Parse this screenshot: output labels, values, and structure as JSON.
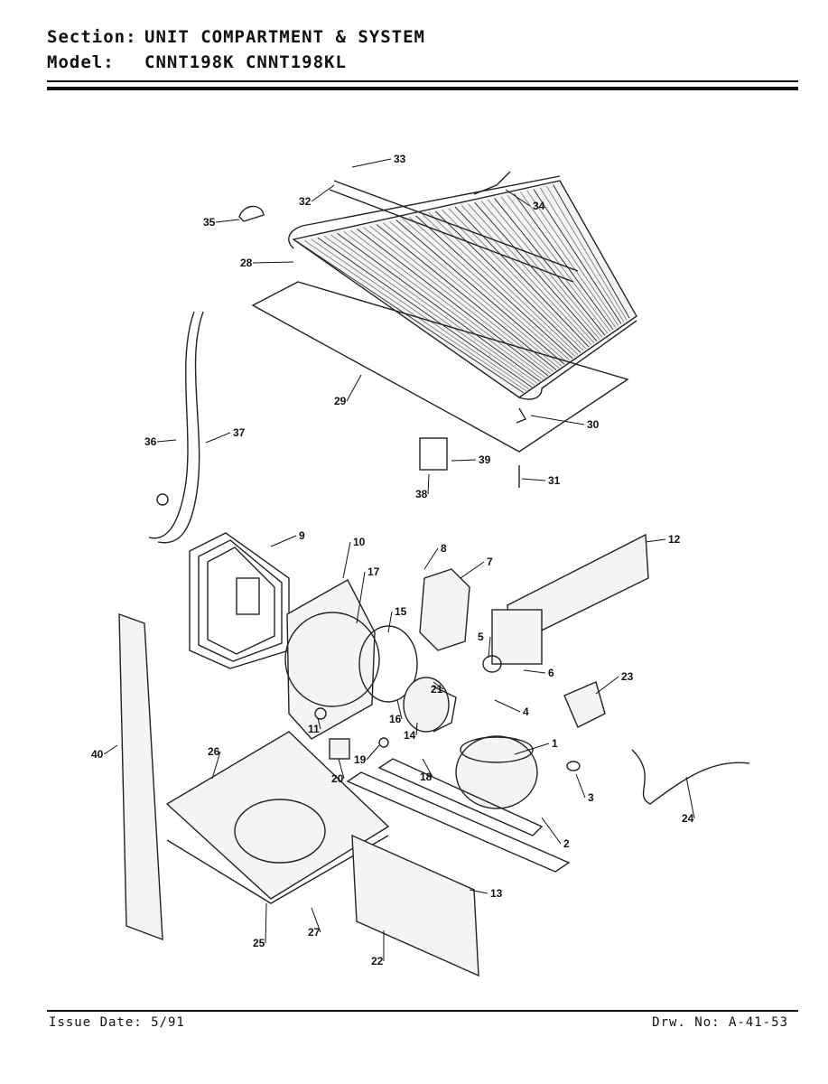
{
  "header": {
    "section_label": "Section:",
    "section_value": "UNIT COMPARTMENT & SYSTEM",
    "model_label": "Model:",
    "model_value": "CNNT198K  CNNT198KL"
  },
  "footer": {
    "issue_date": "Issue Date: 5/91",
    "drawing_number": "Drw. No: A-41-53"
  },
  "callouts": [
    "1",
    "2",
    "3",
    "4",
    "5",
    "6",
    "7",
    "8",
    "9",
    "10",
    "11",
    "12",
    "13",
    "14",
    "15",
    "16",
    "17",
    "18",
    "19",
    "20",
    "21",
    "22",
    "23",
    "24",
    "25",
    "26",
    "27",
    "28",
    "29",
    "30",
    "31",
    "32",
    "33",
    "34",
    "35",
    "36",
    "37",
    "38",
    "39",
    "40"
  ]
}
